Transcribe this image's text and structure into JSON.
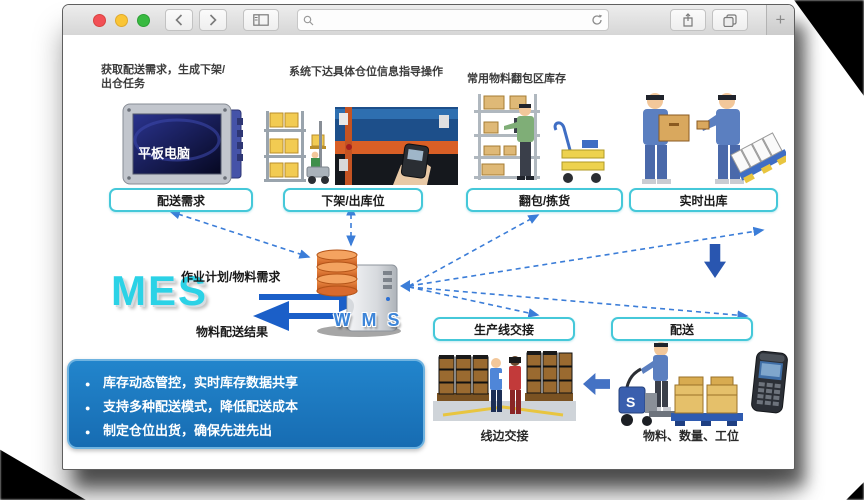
{
  "browser": {
    "address_value": "",
    "address_placeholder": "",
    "new_tab_label": "+",
    "traffic_colors": {
      "close": "#f25056",
      "minimize": "#fac536",
      "zoom": "#39ba41"
    }
  },
  "diagram": {
    "captions": [
      "获取配送需求，生成下架/\n出仓任务",
      "系统下达具体仓位信息指导操作",
      "常用物料翻包区库存"
    ],
    "stage_boxes": [
      "配送需求",
      "下架/出库位",
      "翻包/拣货",
      "实时出库"
    ],
    "mes_label": "MES",
    "wms_label": "W M S",
    "arrow_labels": {
      "request": "作业计划/物料需求",
      "result": "物料配送结果"
    },
    "flow_boxes": [
      "生产线交接",
      "配送"
    ],
    "benefits": [
      "库存动态管控，实时库存数据共享",
      "支持多种配送模式，降低配送成本",
      "制定仓位出货，确保先进先出"
    ],
    "bottom_labels": [
      "线边交接",
      "物料、数量、工位"
    ],
    "tablet_screen_text": "平板电脑",
    "truck_letter": "S",
    "colors": {
      "stage_box_border": "#45c8d9",
      "dashed_arrow": "#3b7dd8",
      "solid_arrow": "#1b5fc8",
      "benefits_panel": "#1e7cc0",
      "mes_text": "#2bd2e6",
      "wms_text": "#3d85d8",
      "block_arrow": "#2956b0"
    }
  }
}
